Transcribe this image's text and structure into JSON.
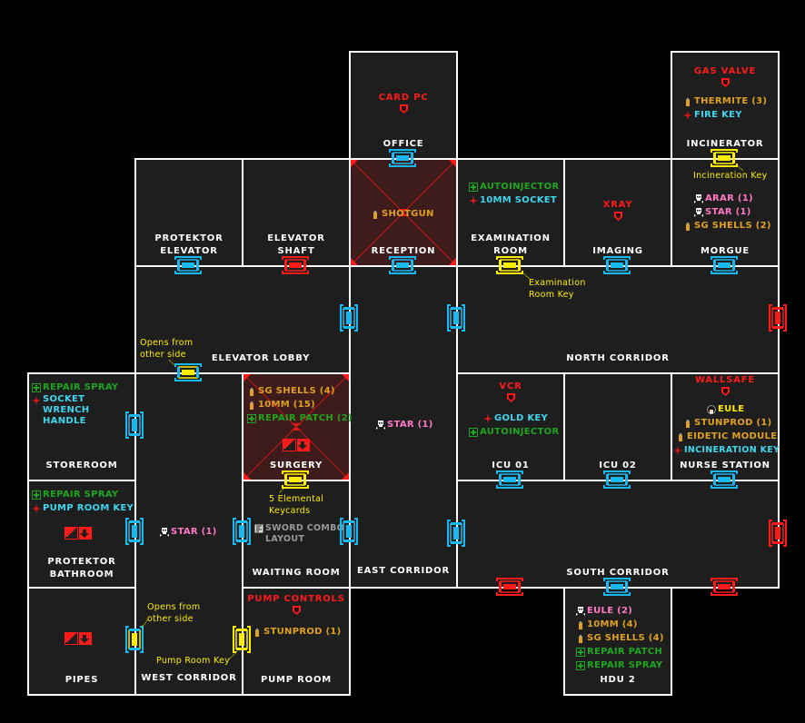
{
  "colors": {
    "wall": "#ffffff",
    "floor": "#1e1e1e",
    "locked_floor": "#3e1c1c",
    "door_open": "#18b8f0",
    "door_locked": "#ff1a1a",
    "door_key": "#ffee00",
    "item_health": "#1fa51f",
    "item_key": "#3fd6f0",
    "item_ammo": "#e0a020",
    "item_enemy": "#ff78c8",
    "poi": "#ff1a1a",
    "note": "#ffee00"
  },
  "rooms": {
    "office": {
      "name": "OFFICE",
      "poi": "CARD PC"
    },
    "incinerator": {
      "name": "INCINERATOR",
      "poi": "GAS VALVE",
      "items": [
        {
          "icon": "ammo-icon",
          "label": "THERMITE (3)",
          "type": "ammo"
        },
        {
          "icon": "key-item-icon",
          "label": "FIRE KEY",
          "type": "key"
        }
      ]
    },
    "protektor_elevator": {
      "name_line1": "PROTEKTOR",
      "name_line2": "ELEVATOR"
    },
    "elevator_shaft": {
      "name_line1": "ELEVATOR",
      "name_line2": "SHAFT"
    },
    "reception": {
      "name": "RECEPTION",
      "items": [
        {
          "icon": "ammo-icon",
          "label": "SHOTGUN",
          "type": "ammo"
        }
      ]
    },
    "examination_room": {
      "name_line1": "EXAMINATION",
      "name_line2": "ROOM",
      "items": [
        {
          "icon": "health-icon",
          "label": "AUTOINJECTOR",
          "type": "health"
        },
        {
          "icon": "key-item-icon",
          "label": "10MM SOCKET",
          "type": "key"
        }
      ]
    },
    "imaging": {
      "name": "IMAGING",
      "poi": "XRAY"
    },
    "morgue": {
      "name": "MORGUE",
      "items": [
        {
          "icon": "enemy-skull-icon",
          "label": "ARAR (1)",
          "type": "enemy"
        },
        {
          "icon": "enemy-skull-icon",
          "label": "STAR (1)",
          "type": "enemy"
        },
        {
          "icon": "ammo-icon",
          "label": "SG SHELLS (2)",
          "type": "ammo"
        }
      ]
    },
    "elevator_lobby": {
      "name": "ELEVATOR LOBBY"
    },
    "north_corridor": {
      "name": "NORTH CORRIDOR"
    },
    "storeroom": {
      "name": "STOREROOM",
      "items": [
        {
          "icon": "health-icon",
          "label": "REPAIR SPRAY",
          "type": "health"
        },
        {
          "icon": "key-item-icon",
          "label": "SOCKET WRENCH HANDLE",
          "type": "key"
        }
      ]
    },
    "west_corridor": {
      "name": "WEST CORRIDOR",
      "items": [
        {
          "icon": "enemy-skull-icon",
          "label": "STAR (1)",
          "type": "enemy"
        }
      ]
    },
    "surgery": {
      "name": "SURGERY",
      "items": [
        {
          "icon": "ammo-icon",
          "label": "SG SHELLS (4)",
          "type": "ammo"
        },
        {
          "icon": "ammo-icon",
          "label": "10MM (15)",
          "type": "ammo"
        },
        {
          "icon": "health-icon",
          "label": "REPAIR PATCH (2)",
          "type": "health"
        }
      ]
    },
    "east_corridor": {
      "name": "EAST CORRIDOR",
      "items": [
        {
          "icon": "enemy-skull-icon",
          "label": "STAR (1)",
          "type": "enemy"
        }
      ]
    },
    "icu_01": {
      "name": "ICU 01",
      "poi": "VCR",
      "items": [
        {
          "icon": "key-item-icon",
          "label": "GOLD KEY",
          "type": "key"
        },
        {
          "icon": "health-icon",
          "label": "AUTOINJECTOR",
          "type": "health"
        }
      ]
    },
    "icu_02": {
      "name": "ICU 02"
    },
    "nurse_station": {
      "name": "NURSE STATION",
      "poi": "WALLSAFE",
      "items": [
        {
          "icon": "eule-portrait-icon",
          "label": "EULE",
          "type": "npc"
        },
        {
          "icon": "ammo-icon",
          "label": "STUNPROD (1)",
          "type": "ammo"
        },
        {
          "icon": "ammo-icon",
          "label": "EIDETIC MODULE",
          "type": "ammo"
        },
        {
          "icon": "key-item-icon",
          "label": "INCINERATION KEY",
          "type": "key"
        }
      ]
    },
    "protektor_bathroom": {
      "name_line1": "PROTEKTOR",
      "name_line2": "BATHROOM",
      "items": [
        {
          "icon": "health-icon",
          "label": "REPAIR SPRAY",
          "type": "health"
        },
        {
          "icon": "key-item-icon",
          "label": "PUMP ROOM KEY",
          "type": "key"
        }
      ]
    },
    "waiting_room": {
      "name": "WAITING ROOM",
      "items": [
        {
          "icon": "document-icon",
          "label_line1": "SWORD COMBO",
          "label_line2": "LAYOUT",
          "type": "document"
        }
      ]
    },
    "south_corridor": {
      "name": "SOUTH CORRIDOR"
    },
    "pipes": {
      "name": "PIPES"
    },
    "pump_room": {
      "name": "PUMP ROOM",
      "poi": "PUMP CONTROLS",
      "items": [
        {
          "icon": "ammo-icon",
          "label": "STUNPROD (1)",
          "type": "ammo"
        }
      ]
    },
    "hdu_2": {
      "name": "HDU 2",
      "items": [
        {
          "icon": "enemy-skull-icon",
          "label": "EULE (2)",
          "type": "enemy"
        },
        {
          "icon": "ammo-icon",
          "label": "10MM (4)",
          "type": "ammo"
        },
        {
          "icon": "ammo-icon",
          "label": "SG SHELLS (4)",
          "type": "ammo"
        },
        {
          "icon": "health-icon",
          "label": "REPAIR PATCH",
          "type": "health"
        },
        {
          "icon": "health-icon",
          "label": "REPAIR SPRAY",
          "type": "health"
        }
      ]
    }
  },
  "notes": {
    "incineration_key": "Incineration Key",
    "examination_key_line1": "Examination",
    "examination_key_line2": "Room Key",
    "opens_other_side_1_line1": "Opens from",
    "opens_other_side_1_line2": "other side",
    "elemental_keycards_line1": "5 Elemental",
    "elemental_keycards_line2": "Keycards",
    "opens_other_side_2_line1": "Opens from",
    "opens_other_side_2_line2": "other side",
    "pump_room_key": "Pump Room Key"
  },
  "doors": [
    {
      "id": "office-reception",
      "state": "open",
      "orient": "h"
    },
    {
      "id": "incinerator-morgue",
      "state": "key",
      "orient": "h"
    },
    {
      "id": "protektor-elevator-lobby",
      "state": "open",
      "orient": "h"
    },
    {
      "id": "elevator-shaft-lobby",
      "state": "locked",
      "orient": "h"
    },
    {
      "id": "reception-east-corridor",
      "state": "open",
      "orient": "h"
    },
    {
      "id": "examination-north-corridor",
      "state": "key",
      "orient": "h"
    },
    {
      "id": "imaging-north-corridor",
      "state": "open",
      "orient": "h"
    },
    {
      "id": "morgue-north-corridor",
      "state": "open",
      "orient": "h"
    },
    {
      "id": "lobby-east-corridor",
      "state": "open",
      "orient": "v"
    },
    {
      "id": "east-corridor-north-corridor",
      "state": "open",
      "orient": "v"
    },
    {
      "id": "north-corridor-exit",
      "state": "locked",
      "orient": "v"
    },
    {
      "id": "lobby-west-corridor",
      "state": "key-open",
      "orient": "h"
    },
    {
      "id": "storeroom-west-corridor",
      "state": "open",
      "orient": "v"
    },
    {
      "id": "surgery-waiting-room",
      "state": "key",
      "orient": "h"
    },
    {
      "id": "icu01-south-corridor",
      "state": "open",
      "orient": "h"
    },
    {
      "id": "icu02-south-corridor",
      "state": "open",
      "orient": "h"
    },
    {
      "id": "nurse-south-corridor",
      "state": "open",
      "orient": "h"
    },
    {
      "id": "bathroom-west-corridor",
      "state": "open",
      "orient": "v"
    },
    {
      "id": "west-corridor-waiting-room",
      "state": "open",
      "orient": "v"
    },
    {
      "id": "waiting-room-east-corridor",
      "state": "open",
      "orient": "v"
    },
    {
      "id": "east-corridor-south-corridor",
      "state": "open",
      "orient": "v"
    },
    {
      "id": "south-corridor-exit",
      "state": "locked",
      "orient": "v"
    },
    {
      "id": "south-corridor-bottom-left",
      "state": "locked",
      "orient": "h"
    },
    {
      "id": "south-corridor-hdu2",
      "state": "open",
      "orient": "h"
    },
    {
      "id": "south-corridor-bottom-right",
      "state": "locked",
      "orient": "h"
    },
    {
      "id": "pipes-west-corridor",
      "state": "key-open",
      "orient": "v"
    },
    {
      "id": "west-corridor-pump-room",
      "state": "key",
      "orient": "v"
    }
  ]
}
